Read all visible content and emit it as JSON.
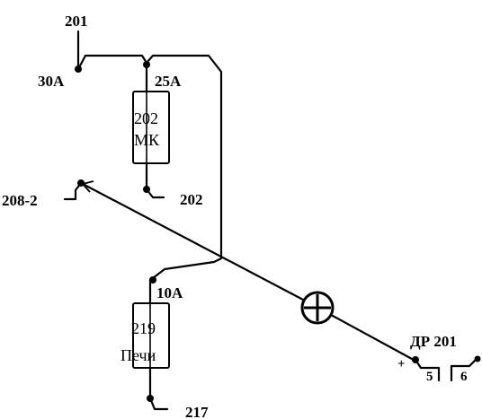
{
  "labels": {
    "top_wire": "201",
    "fuse_202_input_left": "30A",
    "fuse_202_input_right": "25A",
    "fuse_202_number": "202",
    "fuse_202_name": "МК",
    "fuse_202_output": "202",
    "left_terminal": "208-2",
    "fuse_219_rating": "10A",
    "fuse_219_number": "219",
    "fuse_219_name": "Печи",
    "fuse_219_output": "217",
    "relay_name": "ДР 201",
    "relay_plus": "+",
    "relay_contact_a": "5",
    "relay_contact_b": "6"
  },
  "colors": {
    "ink": "#000000",
    "background": "#ffffff"
  },
  "icons": {
    "lamp": "circled-plus-icon"
  }
}
